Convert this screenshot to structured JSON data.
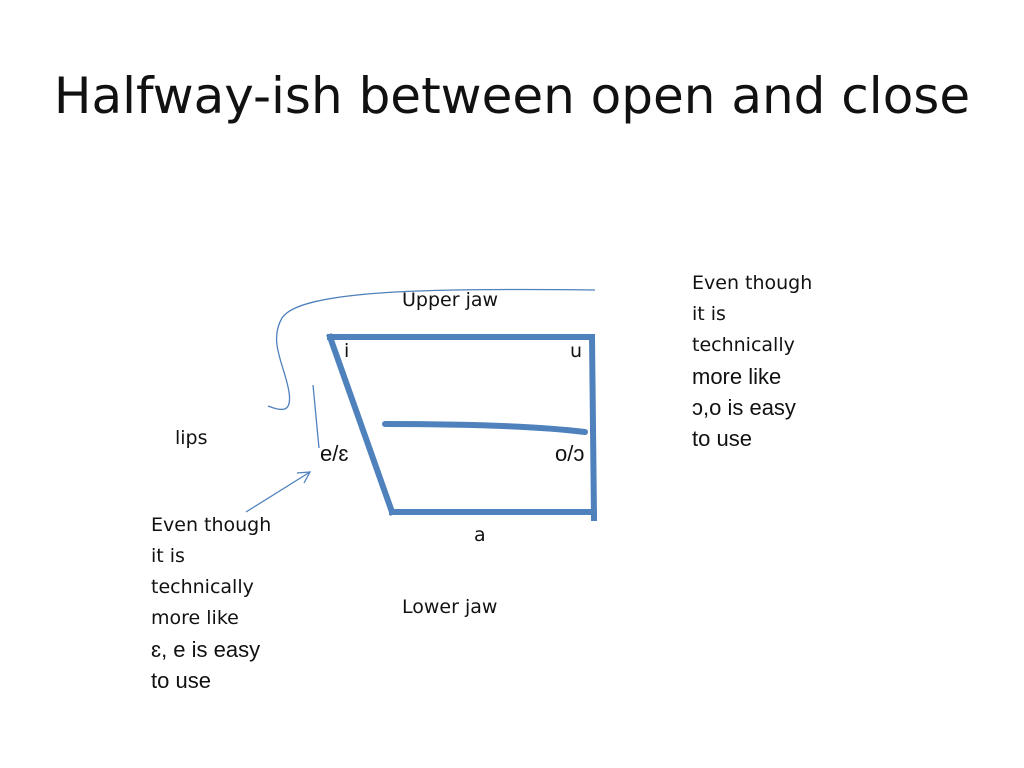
{
  "slide": {
    "title": "Halfway-ish between open and close"
  },
  "diagram": {
    "labels": {
      "upper_jaw": "Upper  jaw",
      "lower_jaw": "Lower jaw",
      "lips": "lips",
      "vowel_i": "i",
      "vowel_u": "u",
      "vowel_e": "e/ɛ",
      "vowel_o": "o/ɔ",
      "vowel_a": "a"
    },
    "colors": {
      "trapezoid": "#4f81bd",
      "arrow": "#4f81bd",
      "text": "#111111"
    }
  },
  "notes": {
    "right": {
      "line1": "Even though",
      "line2": "it is",
      "line3": "technically",
      "line4": "more like",
      "line5": "ɔ,o is easy",
      "line6": "to use"
    },
    "left": {
      "line1": "Even though",
      "line2": "it is",
      "line3": "technically",
      "line4": "more like",
      "line5": "ɛ, e is easy",
      "line6": "to use"
    }
  }
}
